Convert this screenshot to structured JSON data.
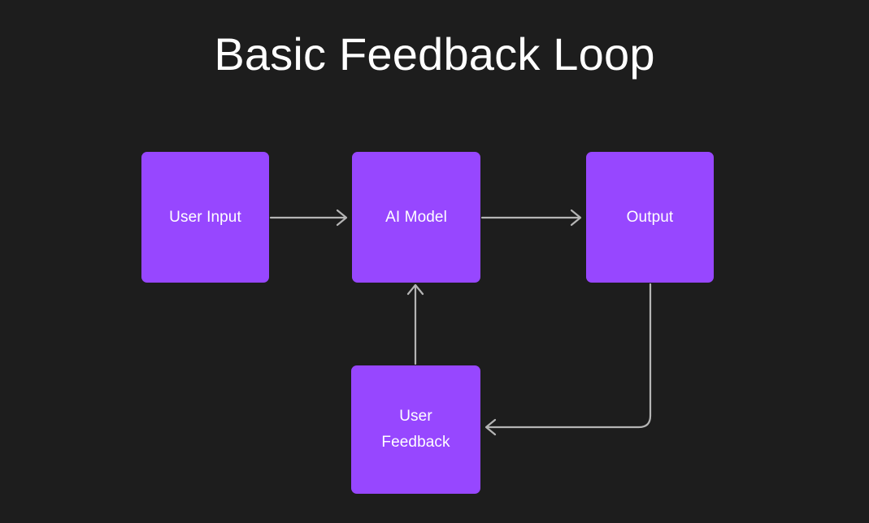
{
  "diagram": {
    "title": "Basic Feedback Loop",
    "background_color": "#1d1d1d",
    "node_color": "#9747ff",
    "node_text_color": "#ffffff",
    "edge_color": "#b5b5b5",
    "title_color": "#ffffff",
    "nodes": [
      {
        "id": "user-input",
        "label": "User Input"
      },
      {
        "id": "ai-model",
        "label": "AI Model"
      },
      {
        "id": "output",
        "label": "Output"
      },
      {
        "id": "user-feedback",
        "label": "User\nFeedback"
      }
    ],
    "edges": [
      {
        "id": "user-input-to-ai-model",
        "from": "User Input",
        "to": "AI Model",
        "style": "straight-horizontal",
        "direction": "right"
      },
      {
        "id": "ai-model-to-output",
        "from": "AI Model",
        "to": "Output",
        "style": "straight-horizontal",
        "direction": "right"
      },
      {
        "id": "output-to-user-feedback",
        "from": "Output",
        "to": "User Feedback",
        "style": "elbow-down-left",
        "direction": "left"
      },
      {
        "id": "user-feedback-to-ai-model",
        "from": "User Feedback",
        "to": "AI Model",
        "style": "straight-vertical",
        "direction": "up"
      }
    ]
  }
}
